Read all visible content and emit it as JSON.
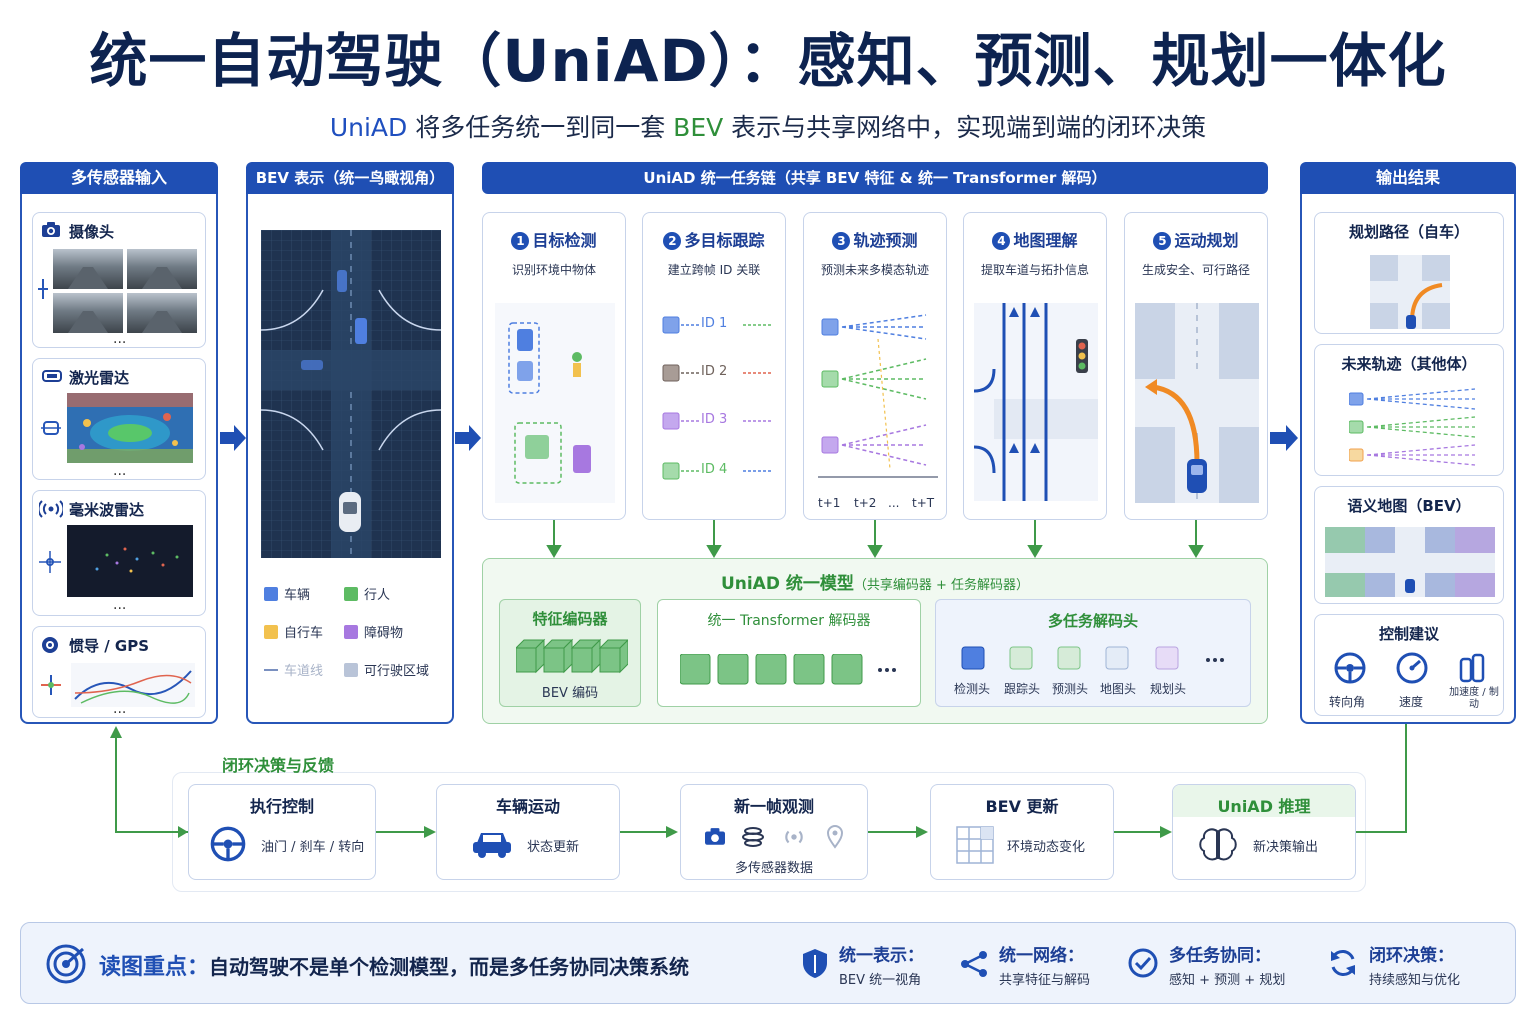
{
  "header": {
    "title": "统一自动驾驶（UniAD）：感知、预测、规划一体化",
    "subtitle_prefix": "UniAD",
    "subtitle_mid": " 将多任务统一到同一套 ",
    "subtitle_bev": "BEV",
    "subtitle_suffix": " 表示与共享网络中，实现端到端的闭环决策"
  },
  "sensors": {
    "head": "多传感器输入",
    "camera": "摄像头",
    "lidar": "激光雷达",
    "radar": "毫米波雷达",
    "imu": "惯导 / GPS",
    "ellipsis": "..."
  },
  "bev": {
    "head": "BEV 表示（统一鸟瞰视角）",
    "legend": [
      {
        "label": "车辆",
        "color": "#4f7fe0"
      },
      {
        "label": "行人",
        "color": "#5dbb63"
      },
      {
        "label": "自行车",
        "color": "#f2c14e"
      },
      {
        "label": "障碍物",
        "color": "#a778e0"
      },
      {
        "label": "车道线",
        "color": "#7a90c0"
      },
      {
        "label": "可行驶区域",
        "color": "#b9c4d8"
      }
    ]
  },
  "chain": {
    "head": "UniAD 统一任务链（共享 BEV 特征 & 统一 Transformer 解码）",
    "tasks": [
      {
        "num": "1",
        "title": "目标检测",
        "sub": "识别环境中物体"
      },
      {
        "num": "2",
        "title": "多目标跟踪",
        "sub": "建立跨帧 ID 关联"
      },
      {
        "num": "3",
        "title": "轨迹预测",
        "sub": "预测未来多模态轨迹"
      },
      {
        "num": "4",
        "title": "地图理解",
        "sub": "提取车道与拓扑信息"
      },
      {
        "num": "5",
        "title": "运动规划",
        "sub": "生成安全、可行路径"
      }
    ],
    "track_ids": [
      "ID 1",
      "ID 2",
      "ID 3",
      "ID 4"
    ],
    "time_labels": [
      "t+1",
      "t+2",
      "...",
      "t+T"
    ]
  },
  "model": {
    "title": "UniAD 统一模型",
    "title_note": "（共享编码器 + 任务解码器）",
    "encoder": "特征编码器",
    "encoder_sub": "BEV 编码",
    "decoder": "统一 Transformer 解码器",
    "heads": "多任务解码头",
    "head_labels": [
      "检测头",
      "跟踪头",
      "预测头",
      "地图头",
      "规划头"
    ],
    "ellipsis": "..."
  },
  "outputs": {
    "head": "输出结果",
    "plan": "规划路径（自车）",
    "traj": "未来轨迹（其他体）",
    "map": "语义地图（BEV）",
    "control": "控制建议",
    "control_items": [
      "转向角",
      "速度",
      "加速度 / 制动"
    ]
  },
  "loop": {
    "label": "闭环决策与反馈",
    "steps": [
      {
        "title": "执行控制",
        "sub": "油门 / 刹车 / 转向"
      },
      {
        "title": "车辆运动",
        "sub": "状态更新"
      },
      {
        "title": "新一帧观测",
        "sub": "多传感器数据"
      },
      {
        "title": "BEV 更新",
        "sub": "环境动态变化"
      },
      {
        "title": "UniAD 推理",
        "sub": "新决策输出"
      }
    ]
  },
  "footer": {
    "key_label": "读图重点：",
    "key_text": "自动驾驶不是单个检测模型，而是多任务协同决策系统",
    "items": [
      {
        "title": "统一表示：",
        "sub": "BEV 统一视角"
      },
      {
        "title": "统一网络：",
        "sub": "共享特征与解码"
      },
      {
        "title": "多任务协同：",
        "sub": "感知 + 预测 + 规划"
      },
      {
        "title": "闭环决策：",
        "sub": "持续感知与优化"
      }
    ]
  }
}
